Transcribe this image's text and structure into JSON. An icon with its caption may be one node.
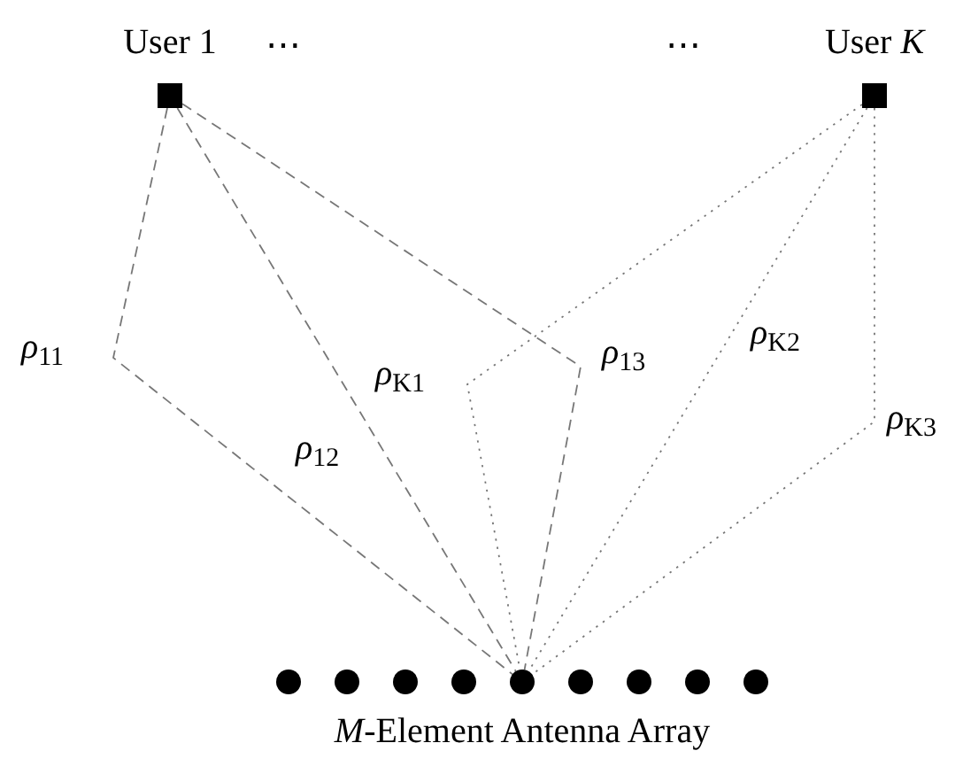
{
  "diagram": {
    "nodes": [
      {
        "text": [
          "User 1"
        ]
      },
      {
        "text": [
          "User *K*"
        ]
      },
      {
        "text": [
          "*M*-Element Antenna Array"
        ]
      },
      {
        "text": [],
        "shape": "circle",
        "in": 2
      },
      {
        "text": [],
        "shape": "circle",
        "in": 2
      },
      {
        "text": [],
        "shape": "circle",
        "in": 2
      },
      {
        "text": [],
        "shape": "circle",
        "in": 2
      },
      {
        "text": [],
        "shape": "circle",
        "in": 2
      },
      {
        "text": [],
        "shape": "circle",
        "in": 2
      },
      {
        "text": [],
        "shape": "circle",
        "in": 2
      },
      {
        "text": [],
        "shape": "circle",
        "in": 2
      },
      {
        "text": [],
        "shape": "circle",
        "in": 2
      }
    ],
    "edges": [
      {
        "from": 0,
        "to": 7,
        "arrow": "none",
        "label": "*ρ*$_{11}$",
        "style": "dashed"
      },
      {
        "from": 0,
        "to": 7,
        "arrow": "none",
        "label": "*ρ*$_{12}$",
        "style": "dashed"
      },
      {
        "from": 0,
        "to": 7,
        "arrow": "none",
        "label": "*ρ*$_{13}$",
        "style": "dashed"
      },
      {
        "from": 1,
        "to": 7,
        "arrow": "none",
        "label": "*ρ*$_{K1}$"
      },
      {
        "from": 1,
        "to": 7,
        "arrow": "none",
        "label": "*ρ*$_{K2}$"
      },
      {
        "from": 1,
        "to": 7,
        "arrow": "none",
        "label": "*ρ*$_{K3}$"
      }
    ],
    "labels": [
      "⋯",
      "⋯"
    ]
  }
}
